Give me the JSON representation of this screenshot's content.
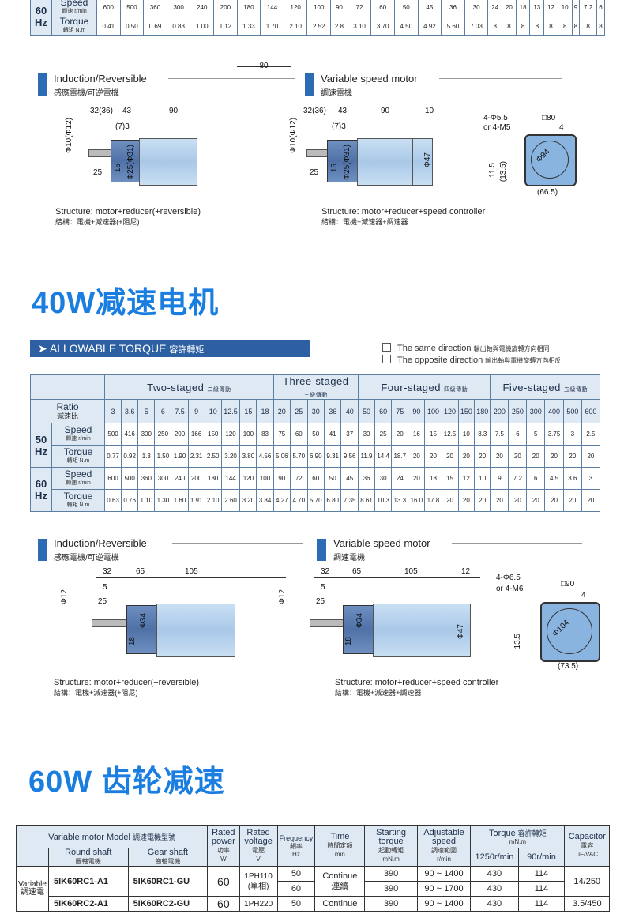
{
  "top_table": {
    "hz": "60\nHz",
    "hz_label": "60",
    "hz_unit": "Hz",
    "speed_label": "Speed",
    "speed_sub": "轉速 r/min",
    "torque_label": "Torque",
    "torque_sub": "轉矩 N.m",
    "speed": [
      "600",
      "500",
      "360",
      "300",
      "240",
      "200",
      "180",
      "144",
      "120",
      "100",
      "90",
      "72",
      "60",
      "50",
      "45",
      "36",
      "30",
      "24",
      "20",
      "18",
      "13",
      "12",
      "10",
      "9",
      "7.2",
      "6"
    ],
    "torque": [
      "0.41",
      "0.50",
      "0.69",
      "0.83",
      "1.00",
      "1.12",
      "1.33",
      "1.70",
      "2.10",
      "2.52",
      "2.8",
      "3.10",
      "3.70",
      "4.50",
      "4.92",
      "5.60",
      "7.03",
      "8",
      "8",
      "8",
      "8",
      "8",
      "8",
      "8",
      "8",
      "8"
    ]
  },
  "diagram1": {
    "left_title": "Induction/Reversible",
    "left_sub": "感應電機/可逆電機",
    "right_title": "Variable speed motor",
    "right_sub": "調速電機",
    "top_dim": "80",
    "left_dims": {
      "d1": "32(36)",
      "d2": "43",
      "d3": "90",
      "d4": "(7)3",
      "d5": "Φ10(Φ12)",
      "d6": "25",
      "d7": "15",
      "d8": "Φ25(Φ31)"
    },
    "right_dims": {
      "d1": "32(36)",
      "d2": "43",
      "d3": "90",
      "d4": "(7)3",
      "d5": "Φ10(Φ12)",
      "d6": "25",
      "d7": "15",
      "d8": "Φ25(Φ31)",
      "d9": "10",
      "d10": "Φ47"
    },
    "face_dims": {
      "holes": "4-Φ5.5",
      "holes2": "or 4-M5",
      "square": "□80",
      "four": "4",
      "height": "11.5",
      "height2": "(13.5)",
      "width": "(66.5)",
      "dia": "Φ94"
    },
    "left_struct": "Structure: motor+reducer(+reversible)",
    "left_struct_cn": "結構：電機+減速器(+阻尼)",
    "right_struct": "Structure: motor+reducer+speed controller",
    "right_struct_cn": "結構：電機+減速器+調速器"
  },
  "title40": "40W减速电机",
  "allow": {
    "label": "ALLOWABLE TORQUE",
    "label_cn": "容許轉矩",
    "same": "The same direction",
    "same_cn": "輸出軸與電機旋轉方向相同",
    "opposite": "The opposite direction",
    "opposite_cn": "輸出軸與電機旋轉方向相反"
  },
  "table40": {
    "groups": [
      {
        "name": "Two-staged",
        "sub": "二級傳動"
      },
      {
        "name": "Three-staged",
        "sub": "三級傳動"
      },
      {
        "name": "Four-staged",
        "sub": "四級傳動"
      },
      {
        "name": "Five-staged",
        "sub": "五級傳動"
      }
    ],
    "ratio_label": "Ratio",
    "ratio_sub": "減速比",
    "ratios": [
      "3",
      "3.6",
      "5",
      "6",
      "7.5",
      "9",
      "10",
      "12.5",
      "15",
      "18",
      "20",
      "25",
      "30",
      "36",
      "40",
      "50",
      "60",
      "75",
      "90",
      "100",
      "120",
      "150",
      "180",
      "200",
      "250",
      "300",
      "400",
      "500",
      "600"
    ],
    "speed_label": "Speed",
    "speed_sub": "轉速 r/min",
    "torque_label": "Torque",
    "torque_sub": "轉矩 N.m",
    "hz50": "50",
    "hz60": "60",
    "hz_unit": "Hz",
    "speed50": [
      "500",
      "416",
      "300",
      "250",
      "200",
      "166",
      "150",
      "120",
      "100",
      "83",
      "75",
      "60",
      "50",
      "41",
      "37",
      "30",
      "25",
      "20",
      "16",
      "15",
      "12.5",
      "10",
      "8.3",
      "7.5",
      "6",
      "5",
      "3.75",
      "3",
      "2.5"
    ],
    "torque50": [
      "0.77",
      "0.92",
      "1.3",
      "1.50",
      "1.90",
      "2.31",
      "2.50",
      "3.20",
      "3.80",
      "4.56",
      "5.06",
      "5.70",
      "6.90",
      "9.31",
      "9.56",
      "11.9",
      "14.4",
      "18.7",
      "20",
      "20",
      "20",
      "20",
      "20",
      "20",
      "20",
      "20",
      "20",
      "20",
      "20"
    ],
    "speed60": [
      "600",
      "500",
      "360",
      "300",
      "240",
      "200",
      "180",
      "144",
      "120",
      "100",
      "90",
      "72",
      "60",
      "50",
      "45",
      "36",
      "30",
      "24",
      "20",
      "18",
      "15",
      "12",
      "10",
      "9",
      "7.2",
      "6",
      "4.5",
      "3.6",
      "3"
    ],
    "torque60": [
      "0.63",
      "0.76",
      "1.10",
      "1.30",
      "1.60",
      "1.91",
      "2.10",
      "2.60",
      "3.20",
      "3.84",
      "4.27",
      "4.70",
      "5.70",
      "6.80",
      "7.35",
      "8.61",
      "10.3",
      "13.3",
      "16.0",
      "17.8",
      "20",
      "20",
      "20",
      "20",
      "20",
      "20",
      "20",
      "20",
      "20"
    ]
  },
  "diagram2": {
    "left_title": "Induction/Reversible",
    "left_sub": "感應電機/可逆電機",
    "right_title": "Variable speed motor",
    "right_sub": "調速電機",
    "left_dims": {
      "d1": "32",
      "d2": "65",
      "d3": "105",
      "d4": "5",
      "d5": "25",
      "d6": "Φ12",
      "d7": "Φ34",
      "d8": "18"
    },
    "right_dims": {
      "d1": "32",
      "d2": "65",
      "d3": "105",
      "d4": "12",
      "d5": "5",
      "d6": "25",
      "d7": "Φ12",
      "d8": "Φ34",
      "d9": "18",
      "d10": "Φ47"
    },
    "face_dims": {
      "holes": "4-Φ6.5",
      "holes2": "or 4-M6",
      "square": "□90",
      "four": "4",
      "height": "13.5",
      "width": "(73.5)",
      "dia": "Φ104"
    },
    "left_struct": "Structure: motor+reducer(+reversible)",
    "left_struct_cn": "結構：電機+減速器(+阻尼)",
    "right_struct": "Structure: motor+reducer+speed controller",
    "right_struct_cn": "結構：電機+減速器+調速器"
  },
  "title60": "60W 齿轮减速",
  "table60": {
    "model_header": "Variable motor Model",
    "model_header_cn": "調速電機型號",
    "round": "Round shaft",
    "round_cn": "圓軸電機",
    "gear": "Gear shaft",
    "gear_cn": "齒軸電機",
    "rated_power": "Rated power",
    "rated_power_cn": "功率",
    "rated_power_unit": "W",
    "rated_voltage": "Rated voltage",
    "rated_voltage_cn": "電壓",
    "rated_voltage_unit": "V",
    "frequency": "Frequency",
    "frequency_cn": "頻率",
    "frequency_unit": "Hz",
    "time": "Time",
    "time_cn": "時間定額",
    "time_unit": "min",
    "starting_torque": "Starting torque",
    "starting_torque_cn": "起動轉矩",
    "starting_torque_unit": "mN.m",
    "adj_speed": "Adjustable speed",
    "adj_speed_cn": "調速範圍",
    "adj_speed_unit": "r/min",
    "torque": "Torque",
    "torque_cn": "容許轉矩",
    "torque_unit": "mN.m",
    "t1": "1250r/min",
    "t2": "90r/min",
    "capacitor": "Capacitor",
    "capacitor_cn": "電容",
    "capacitor_unit": "μF/VAC",
    "side_label": "Variable",
    "side_label_cn": "調速電",
    "row1": {
      "round": "5IK60RC1-A1",
      "gear": "5IK60RC1-GU",
      "power": "60",
      "voltage": "1PH110",
      "voltage2": "(單相)",
      "f1": "50",
      "f2": "60",
      "time": "Continue",
      "time2": "連續",
      "st1": "390",
      "st2": "390",
      "sp1": "90 ~ 1400",
      "sp2": "90 ~ 1700",
      "ta1": "430",
      "ta2": "430",
      "tb1": "114",
      "tb2": "114",
      "cap": "14/250"
    },
    "row2": {
      "round": "5IK60RC2-A1",
      "gear": "5IK60RC2-GU",
      "power": "60",
      "voltage": "1PH220",
      "f1": "50",
      "time": "Continue",
      "st1": "390",
      "sp1": "90 ~ 1400",
      "ta1": "430",
      "tb1": "114",
      "cap": "3.5/450"
    }
  }
}
